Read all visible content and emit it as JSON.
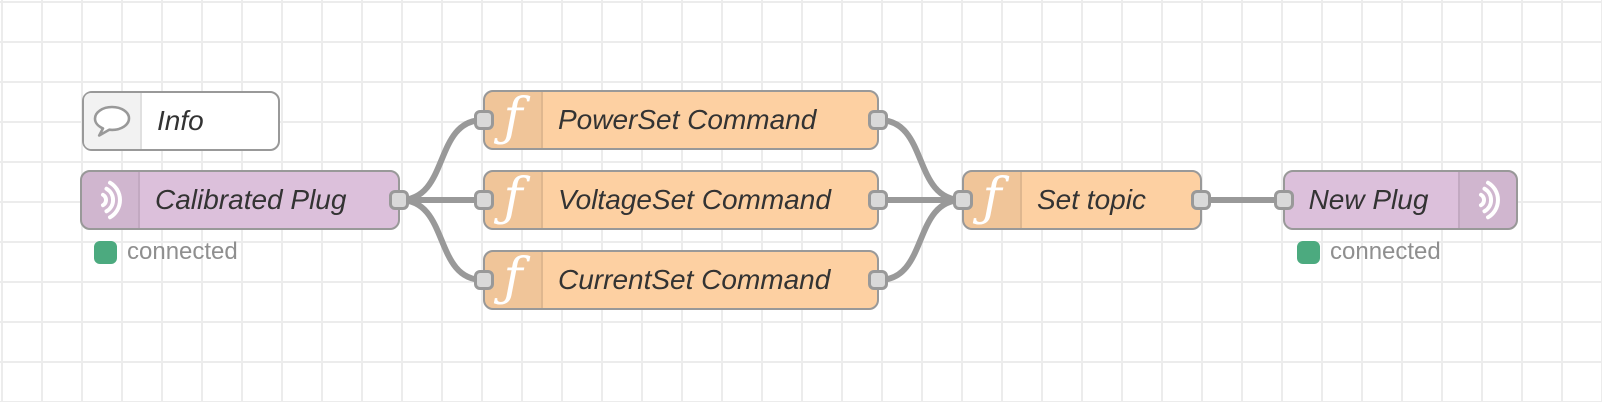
{
  "app": {
    "name": "Node-RED flow canvas"
  },
  "colors": {
    "function_node": "#fdd0a2",
    "plug_node": "#dcc0db",
    "comment_node": "#ffffff",
    "node_border": "#999999",
    "wire": "#999999",
    "port_fill": "#d9d9d9",
    "status_green": "#4caa7f",
    "status_text": "#8f8f8f",
    "label_text": "#333333",
    "grid_line": "#ececec"
  },
  "icons": {
    "function_glyph": "ƒ",
    "comment_icon": "speech-bubble",
    "plug_icon": "signal-arcs"
  },
  "nodes": {
    "info": {
      "type": "comment",
      "label": "Info"
    },
    "calibrated_plug": {
      "type": "plug-in",
      "label": "Calibrated Plug",
      "status": "connected"
    },
    "powerset": {
      "type": "function",
      "label": "PowerSet Command"
    },
    "voltageset": {
      "type": "function",
      "label": "VoltageSet Command"
    },
    "currentset": {
      "type": "function",
      "label": "CurrentSet Command"
    },
    "set_topic": {
      "type": "function",
      "label": "Set topic"
    },
    "new_plug": {
      "type": "plug-out",
      "label": "New Plug",
      "status": "connected"
    }
  }
}
